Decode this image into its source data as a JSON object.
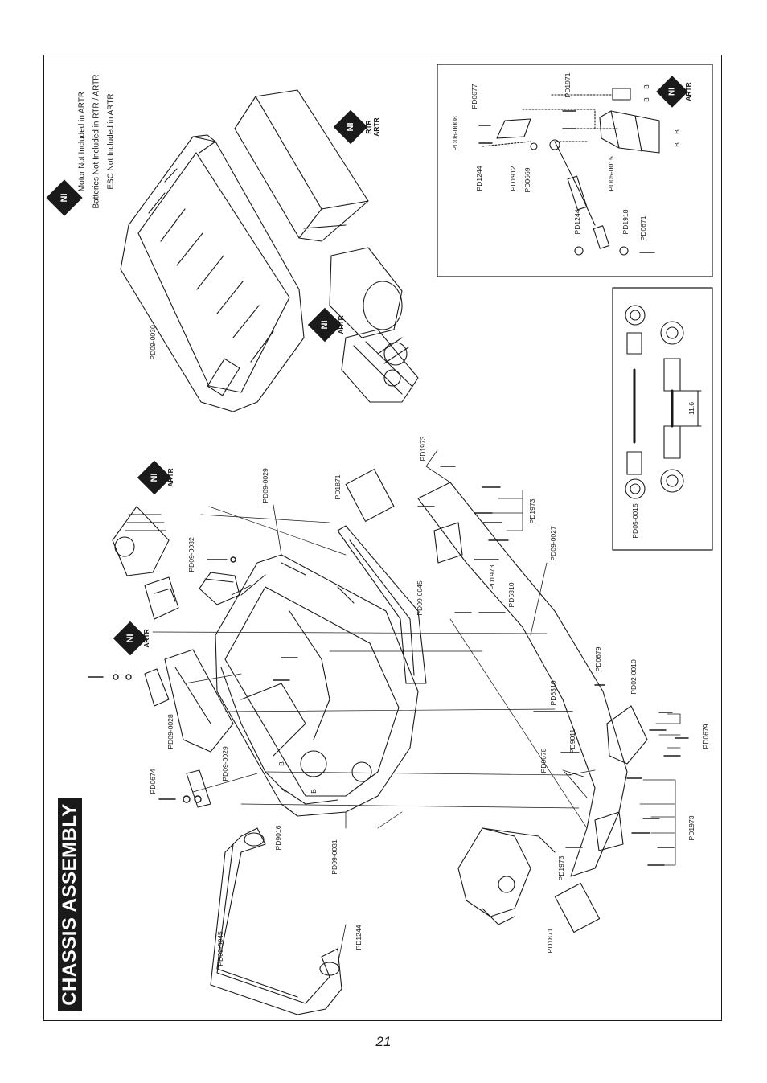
{
  "page": {
    "title": "CHASSIS ASSEMBLY",
    "page_number": "21"
  },
  "notes": {
    "motor": "Motor Not Included in ARTR",
    "batteries": "Batteries Not Included in RTR / ARTR",
    "esc": "ESC Not Included in ARTR"
  },
  "badges": {
    "ni": "NI",
    "artr": "ARTR",
    "rtr": "RTR"
  },
  "detail": {
    "dimension": "11.6",
    "b_marker": "B"
  },
  "part_labels": {
    "pd09_0030": "PD09-0030",
    "pd09_0029_top": "PD09-0029",
    "pd09_0032": "PD09-0032",
    "pd1871_top": "PD1871",
    "pd1973_top": "PD1973",
    "pd1973_mid": "PD1973",
    "pd1973_lower": "PD1973",
    "pd1973_right": "PD1973",
    "pd1973_bottom": "PD1973",
    "pd6310_a": "PD6310",
    "pd6310_b": "PD6310",
    "pd09_0027": "PD09-0027",
    "pd09_0045_top": "PD09-0045",
    "pd0679_a": "PD0679",
    "pd0679_b": "PD0679",
    "pd02_0010": "PD02-0010",
    "pd9011": "PD9011",
    "pd0678": "PD0678",
    "pd09_0028": "PD09-0028",
    "pd0674": "PD0674",
    "pd09_0029_bot": "PD09-0029",
    "pd9016": "PD9016",
    "pd09_0031": "PD09-0031",
    "pd09_0045_bot": "PD09-0045",
    "pd1244_bot": "PD1244",
    "pd1871_bot": "PD1871",
    "pd05_0015_detail": "PD05-0015",
    "pd06_0008": "PD06-0008",
    "pd0677": "PD0677",
    "pd1971": "PD1971",
    "pd1244_servo_a": "PD1244",
    "pd1912": "PD1912",
    "pd0669": "PD0669",
    "pd05_0015_servo": "PD05-0015",
    "pd1244_servo_b": "PD1244",
    "pd1918": "PD1918",
    "pd0671": "PD0671"
  },
  "colors": {
    "ink": "#1a1a1a",
    "paper": "#ffffff"
  }
}
